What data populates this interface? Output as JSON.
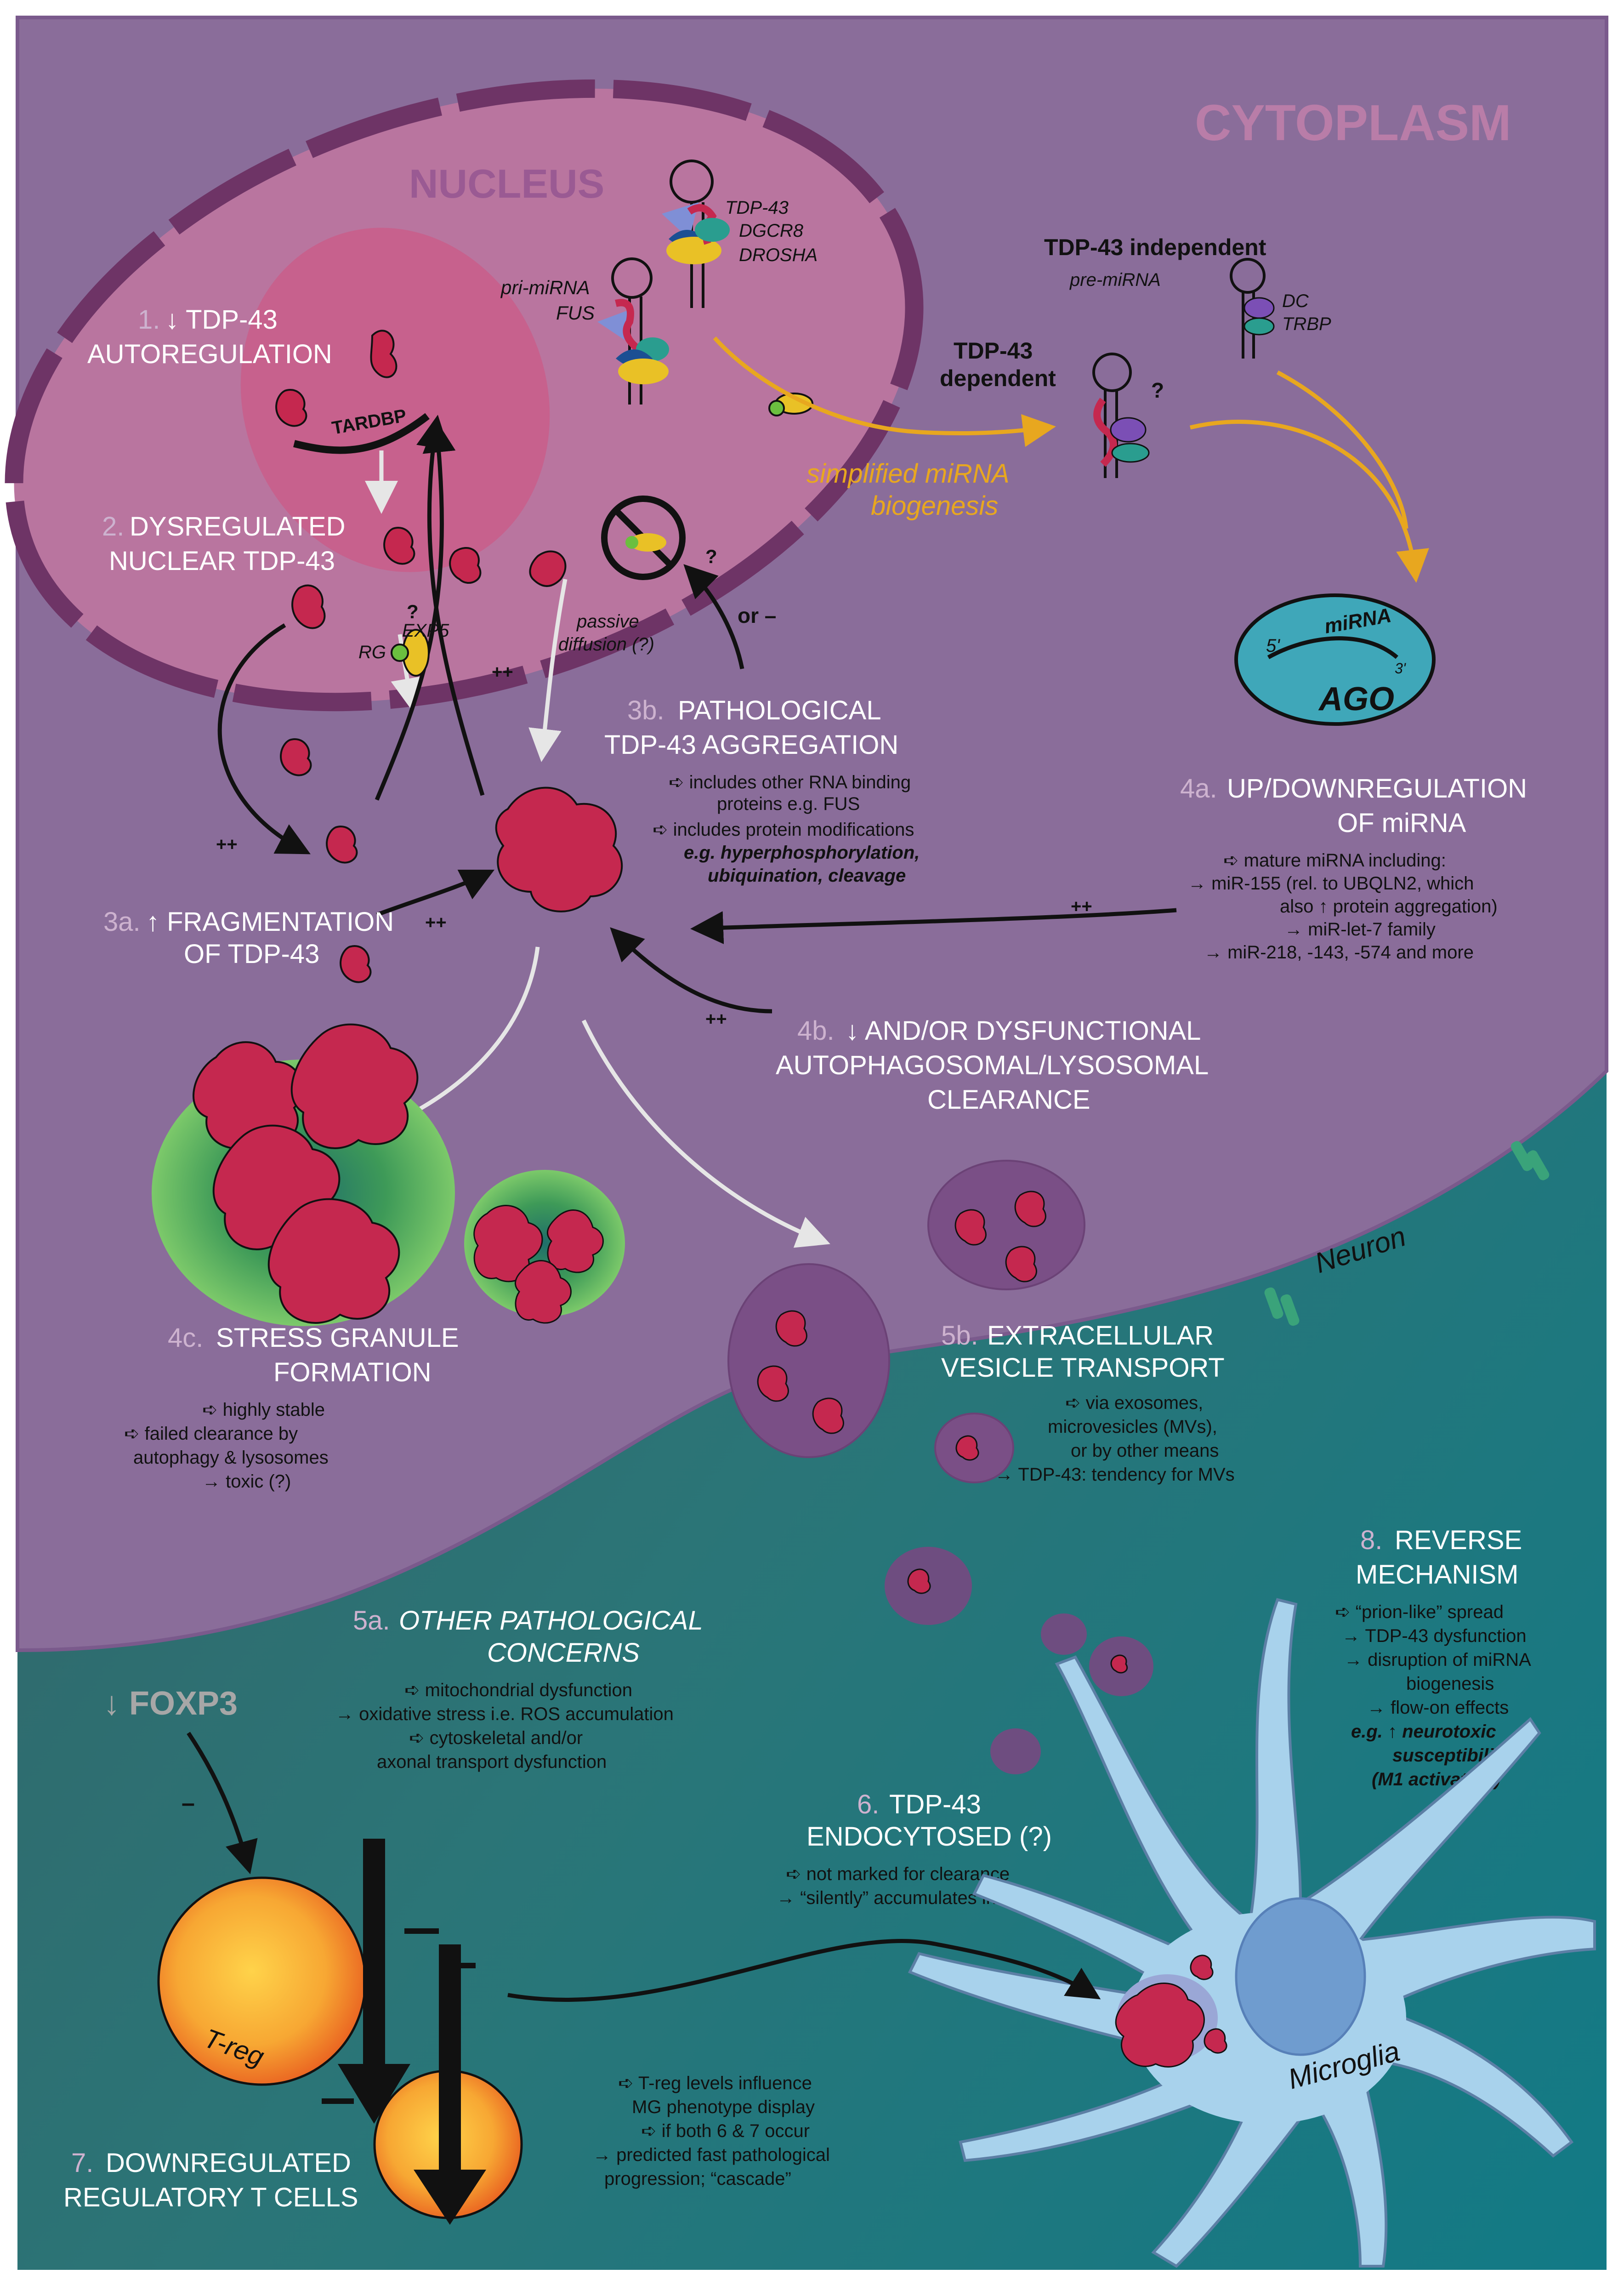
{
  "regions": {
    "cytoplasm": "CYTOPLASM",
    "nucleus": "NUCLEUS",
    "neuron": "Neuron",
    "microglia": "Microglia",
    "treg": "T-reg"
  },
  "mirna_pathway": {
    "complex_labels": [
      "TDP-43",
      "DGCR8",
      "DROSHA"
    ],
    "pri_mirna": "pri-miRNA",
    "fus": "FUS",
    "independent_title": "TDP-43 independent",
    "pre_mirna": "pre-miRNA",
    "dc": "DC",
    "trbp": "TRBP",
    "dependent_line1": "TDP-43",
    "dependent_line2": "dependent",
    "question": "?",
    "simplified_line1": "simplified miRNA",
    "simplified_line2": "biogenesis",
    "ago_mirna": "miRNA",
    "ago_5": "5'",
    "ago_3": "3'",
    "ago": "AGO"
  },
  "step1": {
    "num": "1.",
    "line1": "↓ TDP-43",
    "line2": "AUTOREGULATION",
    "gene": "TARDBP"
  },
  "step2": {
    "num": "2.",
    "line1": "DYSREGULATED",
    "line2": "NUCLEAR TDP-43"
  },
  "export": {
    "rg": "RG",
    "exp5": "EXP5",
    "question": "?",
    "passive1": "passive",
    "passive2": "diffusion (?)",
    "or_minus": "or –"
  },
  "step3a": {
    "num": "3a.",
    "line1": "↑ FRAGMENTATION",
    "line2": "OF TDP-43"
  },
  "step3b": {
    "num": "3b.",
    "line1": "PATHOLOGICAL",
    "line2": "TDP-43 AGGREGATION",
    "bullets": [
      "➪ includes other RNA binding",
      "proteins e.g. FUS",
      "➪ includes protein modifications",
      "e.g. hyperphosphorylation,",
      "ubiquination, cleavage"
    ]
  },
  "step4a": {
    "num": "4a.",
    "line1": "UP/DOWNREGULATION",
    "line2": "OF miRNA",
    "bullets": [
      "➪ mature miRNA including:",
      "→ miR-155 (rel. to UBQLN2, which",
      "also ↑ protein aggregation)",
      "→ miR-let-7 family",
      "→ miR-218, -143, -574 and more"
    ]
  },
  "step4b": {
    "num": "4b.",
    "line1": "↓ AND/OR DYSFUNCTIONAL",
    "line2": "AUTOPHAGOSOMAL/LYSOSOMAL",
    "line3": "CLEARANCE"
  },
  "step4c": {
    "num": "4c.",
    "line1": "STRESS GRANULE",
    "line2": "FORMATION",
    "bullets": [
      "➪ highly stable",
      "➪ failed clearance by",
      "autophagy & lysosomes",
      "→ toxic (?)"
    ]
  },
  "step5b": {
    "num": "5b.",
    "line1": "EXTRACELLULAR",
    "line2": "VESICLE TRANSPORT",
    "bullets": [
      "➪ via exosomes,",
      "microvesicles (MVs),",
      "or by other means",
      "→ TDP-43: tendency for MVs"
    ]
  },
  "step5a": {
    "num": "5a.",
    "line1": "OTHER PATHOLOGICAL",
    "line2": "CONCERNS",
    "bullets": [
      "➪ mitochondrial dysfunction",
      "→ oxidative stress i.e. ROS accumulation",
      "➪ cytoskeletal and/or",
      "axonal transport dysfunction"
    ]
  },
  "step6": {
    "num": "6.",
    "line1": "TDP-43",
    "line2": "ENDOCYTOSED (?)",
    "bullets": [
      "➪ not marked for clearance",
      "→ “silently” accumulates in MG"
    ]
  },
  "step7": {
    "num": "7.",
    "line1": "DOWNREGULATED",
    "line2": "REGULATORY T CELLS"
  },
  "step8": {
    "num": "8.",
    "line1": "REVERSE",
    "line2": "MECHANISM",
    "bullets": [
      "➪ “prion-like” spread",
      "→ TDP-43 dysfunction",
      "→ disruption of miRNA",
      "biogenesis",
      "→ flow-on effects",
      "e.g. ↑ neurotoxic",
      "susceptibility",
      "(M1 activation)"
    ]
  },
  "foxp3": "↓ FOXP3",
  "treg_notes": [
    "➪ T-reg levels influence",
    "MG phenotype display",
    "➪ if both 6 & 7 occur",
    "→ predicted fast pathological",
    "progression; “cascade”"
  ],
  "signs": {
    "plusplus": "++",
    "minus": "–"
  },
  "colors": {
    "cytoplasm": "#8a6d9a",
    "nucleus": "#b9759f",
    "nucleolus": "#c7618d",
    "extracellular": "#2f6f72",
    "tdp43": "#c5284f",
    "stress_granule": "#5fb14f",
    "microglia": "#a8d2ec",
    "treg": "#f0a52a",
    "mirna_arrow": "#e8a71f",
    "ago": "#3fa7b9"
  }
}
